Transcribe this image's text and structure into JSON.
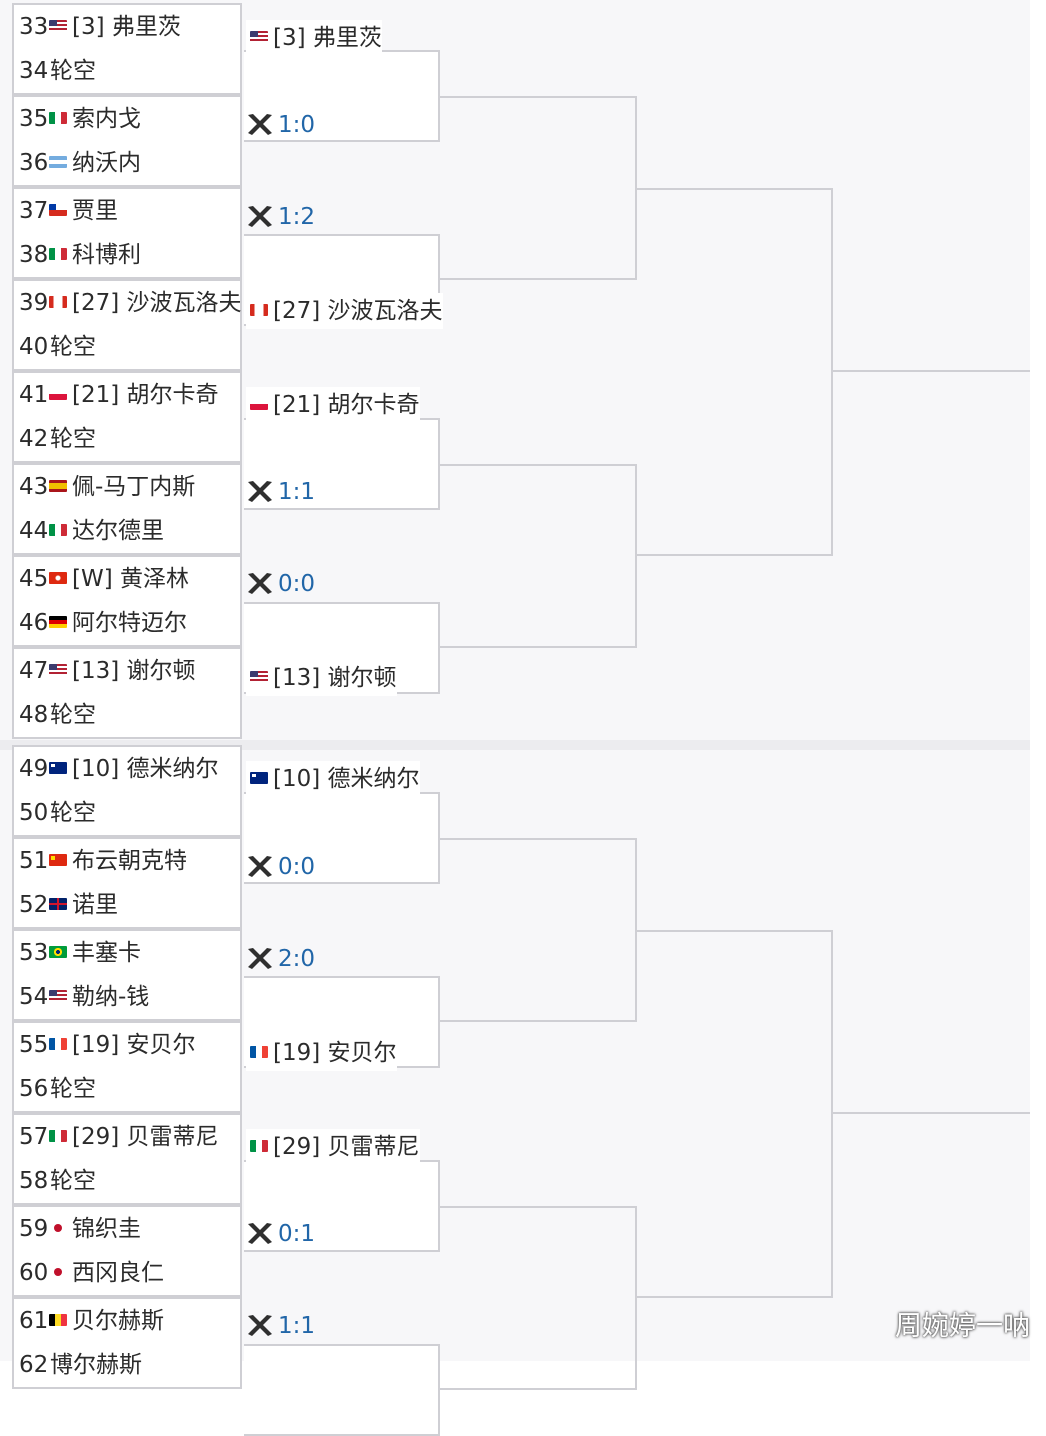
{
  "first_round": [
    {
      "num": "33",
      "flag": "usa",
      "name": "[3] 弗里茨"
    },
    {
      "num": "34",
      "flag": "",
      "name": "轮空"
    },
    {
      "num": "35",
      "flag": "italy",
      "name": "索内戈"
    },
    {
      "num": "36",
      "flag": "argentina",
      "name": "纳沃内"
    },
    {
      "num": "37",
      "flag": "chile",
      "name": "贾里"
    },
    {
      "num": "38",
      "flag": "italy",
      "name": "科博利"
    },
    {
      "num": "39",
      "flag": "canada",
      "name": "[27] 沙波瓦洛夫"
    },
    {
      "num": "40",
      "flag": "",
      "name": "轮空"
    },
    {
      "num": "41",
      "flag": "poland",
      "name": "[21] 胡尔卡奇"
    },
    {
      "num": "42",
      "flag": "",
      "name": "轮空"
    },
    {
      "num": "43",
      "flag": "spain",
      "name": "佩-马丁内斯"
    },
    {
      "num": "44",
      "flag": "italy",
      "name": "达尔德里"
    },
    {
      "num": "45",
      "flag": "hongkong",
      "name": "[W] 黄泽林"
    },
    {
      "num": "46",
      "flag": "germany",
      "name": "阿尔特迈尔"
    },
    {
      "num": "47",
      "flag": "usa",
      "name": "[13] 谢尔顿"
    },
    {
      "num": "48",
      "flag": "",
      "name": "轮空"
    },
    {
      "num": "49",
      "flag": "australia",
      "name": "[10] 德米纳尔"
    },
    {
      "num": "50",
      "flag": "",
      "name": "轮空"
    },
    {
      "num": "51",
      "flag": "china",
      "name": "布云朝克特"
    },
    {
      "num": "52",
      "flag": "uk",
      "name": "诺里"
    },
    {
      "num": "53",
      "flag": "brazil",
      "name": "丰塞卡"
    },
    {
      "num": "54",
      "flag": "usa",
      "name": "勒纳-钱"
    },
    {
      "num": "55",
      "flag": "france",
      "name": "[19] 安贝尔"
    },
    {
      "num": "56",
      "flag": "",
      "name": "轮空"
    },
    {
      "num": "57",
      "flag": "italy",
      "name": "[29] 贝雷蒂尼"
    },
    {
      "num": "58",
      "flag": "",
      "name": "轮空"
    },
    {
      "num": "59",
      "flag": "japan",
      "name": "锦织圭"
    },
    {
      "num": "60",
      "flag": "japan",
      "name": "西冈良仁"
    },
    {
      "num": "61",
      "flag": "belgium",
      "name": "贝尔赫斯"
    },
    {
      "num": "62",
      "flag": "",
      "name": "博尔赫斯"
    }
  ],
  "second_round": [
    {
      "type": "player",
      "flag": "usa",
      "text": "[3] 弗里茨"
    },
    {
      "type": "score",
      "text": "1:0"
    },
    {
      "type": "score",
      "text": "1:2"
    },
    {
      "type": "player",
      "flag": "canada",
      "text": "[27] 沙波瓦洛夫"
    },
    {
      "type": "player",
      "flag": "poland",
      "text": "[21] 胡尔卡奇"
    },
    {
      "type": "score",
      "text": "1:1"
    },
    {
      "type": "score",
      "text": "0:0"
    },
    {
      "type": "player",
      "flag": "usa",
      "text": "[13] 谢尔顿"
    },
    {
      "type": "player",
      "flag": "australia",
      "text": "[10] 德米纳尔"
    },
    {
      "type": "score",
      "text": "0:0"
    },
    {
      "type": "score",
      "text": "2:0"
    },
    {
      "type": "player",
      "flag": "france",
      "text": "[19] 安贝尔"
    },
    {
      "type": "player",
      "flag": "italy",
      "text": "[29] 贝雷蒂尼"
    },
    {
      "type": "score",
      "text": "0:1"
    },
    {
      "type": "score",
      "text": "1:1"
    }
  ],
  "watermark": "周婉婷一呐",
  "colors": {
    "score_blue": "#2166a8",
    "bracket_line": "#cfcfd4",
    "section_bg": "#f7f7f9"
  }
}
